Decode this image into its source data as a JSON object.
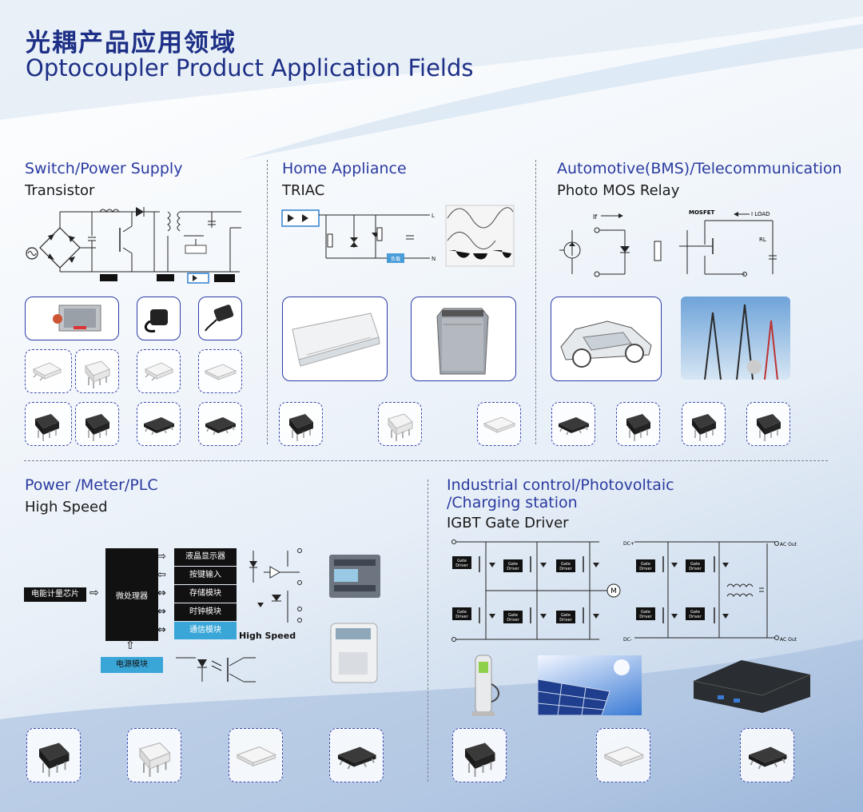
{
  "header": {
    "title_cn": "光耦产品应用领域",
    "title_en": "Optocoupler Product Application Fields"
  },
  "sections": {
    "switch": {
      "title": "Switch/Power Supply",
      "subtitle": "Transistor"
    },
    "home": {
      "title": "Home Appliance",
      "subtitle": "TRIAC"
    },
    "auto": {
      "title": "Automotive(BMS)/Telecommunication",
      "subtitle": "Photo MOS Relay"
    },
    "power": {
      "title": "Power /Meter/PLC",
      "subtitle": "High Speed"
    },
    "industrial": {
      "title_line1": "Industrial control/Photovoltaic",
      "title_line2": "/Charging station",
      "subtitle": "IGBT Gate Driver"
    }
  },
  "meter_diagram": {
    "input_label": "电能计量芯片",
    "cpu_label": "微处理器",
    "power_label": "电源模块",
    "blocks": [
      "液晶显示器",
      "按键输入",
      "存储模块",
      "时钟模块",
      "通信模块"
    ],
    "high_speed_label": "High Speed"
  },
  "triac_diagram": {
    "load_label": "负载",
    "l_label": "L",
    "n_label": "N"
  },
  "mos_diagram": {
    "mosfet_label": "MOSFET",
    "iload_label": "I LOAD",
    "rl_label": "RL",
    "if_label": "If"
  },
  "igbt_diagram": {
    "gate_driver_label": "Gate Driver",
    "dc_plus": "DC+",
    "dc_minus": "DC-",
    "ac_out": "AC Out",
    "motor": "M"
  },
  "colors": {
    "accent": "#2b3ba8",
    "title": "#1d2f86"
  }
}
